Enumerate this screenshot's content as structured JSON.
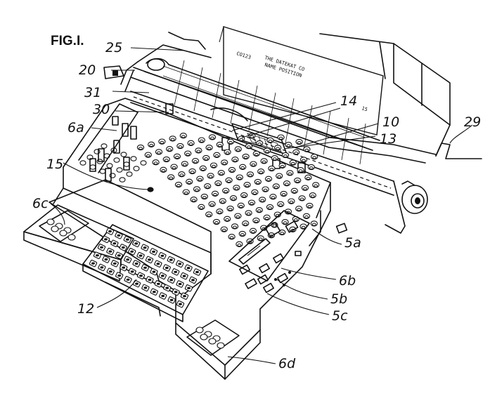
{
  "figure": {
    "title": "FIG.I."
  },
  "paper_text": {
    "line1": "CO123",
    "line2": "THE DATEKAT CO",
    "line3": "NAME POSITION",
    "number": "15"
  },
  "reference_numerals": {
    "r25": "25",
    "r20": "20",
    "r31": "31",
    "r30": "30",
    "r6a": "6a",
    "r14": "14",
    "r10": "10",
    "r13": "13",
    "r29": "29",
    "r15": "15",
    "r6c": "6c",
    "r5a": "5a",
    "r6b": "6b",
    "r12": "12",
    "r5b": "5b",
    "r5c": "5c",
    "r6d": "6d"
  }
}
